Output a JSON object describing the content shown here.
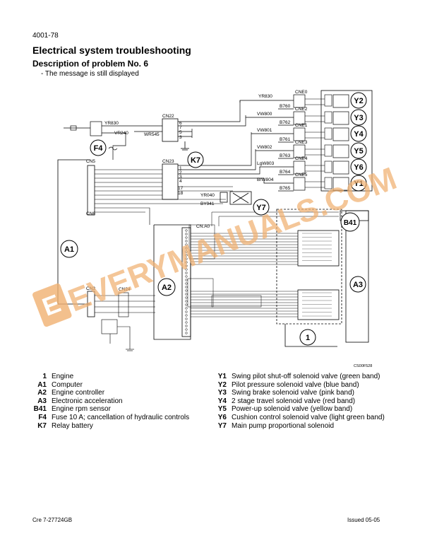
{
  "page": {
    "number": "4001-78",
    "section_title": "Electrical system troubleshooting",
    "problem_title": "Description of problem No. 6",
    "problem_note": "- The message is still displayed"
  },
  "diagram": {
    "ref_code": "CS00F528",
    "component_labels": [
      "F4",
      "K7",
      "A1",
      "A2",
      "A3",
      "B41",
      "Y1",
      "Y2",
      "Y3",
      "Y4",
      "Y5",
      "Y6",
      "Y7",
      "1"
    ],
    "connectors": [
      "CN22",
      "CN23",
      "CN5",
      "CN6",
      "CN3",
      "CN24",
      "CN.A0",
      "CNE0",
      "CNE1",
      "CNE2",
      "CNE3",
      "CNE4",
      "CNE5"
    ],
    "wires": [
      "YR830",
      "VR240",
      "WR545",
      "YR830",
      "VW800",
      "VW801",
      "VW802",
      "LgW803",
      "BrW804",
      "B760",
      "B762",
      "B761",
      "B763",
      "B764",
      "B765",
      "YR040",
      "BY941"
    ],
    "cn22_pins": [
      "6",
      "7",
      "5",
      "3"
    ],
    "cn23_pins": [
      "1",
      "2",
      "3",
      "4",
      "17",
      "18"
    ]
  },
  "legend": {
    "left": [
      {
        "code": "1",
        "label": "Engine"
      },
      {
        "code": "A1",
        "label": "Computer"
      },
      {
        "code": "A2",
        "label": "Engine controller"
      },
      {
        "code": "A3",
        "label": "Electronic acceleration"
      },
      {
        "code": "B41",
        "label": "Engine rpm sensor"
      },
      {
        "code": "F4",
        "label": "Fuse 10 A; cancellation of hydraulic controls"
      },
      {
        "code": "K7",
        "label": "Relay battery"
      }
    ],
    "right": [
      {
        "code": "Y1",
        "label": "Swing pilot shut-off solenoid valve (green band)"
      },
      {
        "code": "Y2",
        "label": "Pilot pressure solenoid valve (blue band)"
      },
      {
        "code": "Y3",
        "label": "Swing brake solenoid valve (pink band)"
      },
      {
        "code": "Y4",
        "label": "2 stage travel solenoid valve (red band)"
      },
      {
        "code": "Y5",
        "label": "Power-up solenoid valve (yellow band)"
      },
      {
        "code": "Y6",
        "label": "Cushion control solenoid valve (light green band)"
      },
      {
        "code": "Y7",
        "label": "Main pump proportional solenoid"
      }
    ]
  },
  "footer": {
    "left": "Cre  7-27724GB",
    "right": "Issued 05-05"
  },
  "watermark": {
    "text": "EVERYMANUALS.COM",
    "color": "#f0b070"
  }
}
